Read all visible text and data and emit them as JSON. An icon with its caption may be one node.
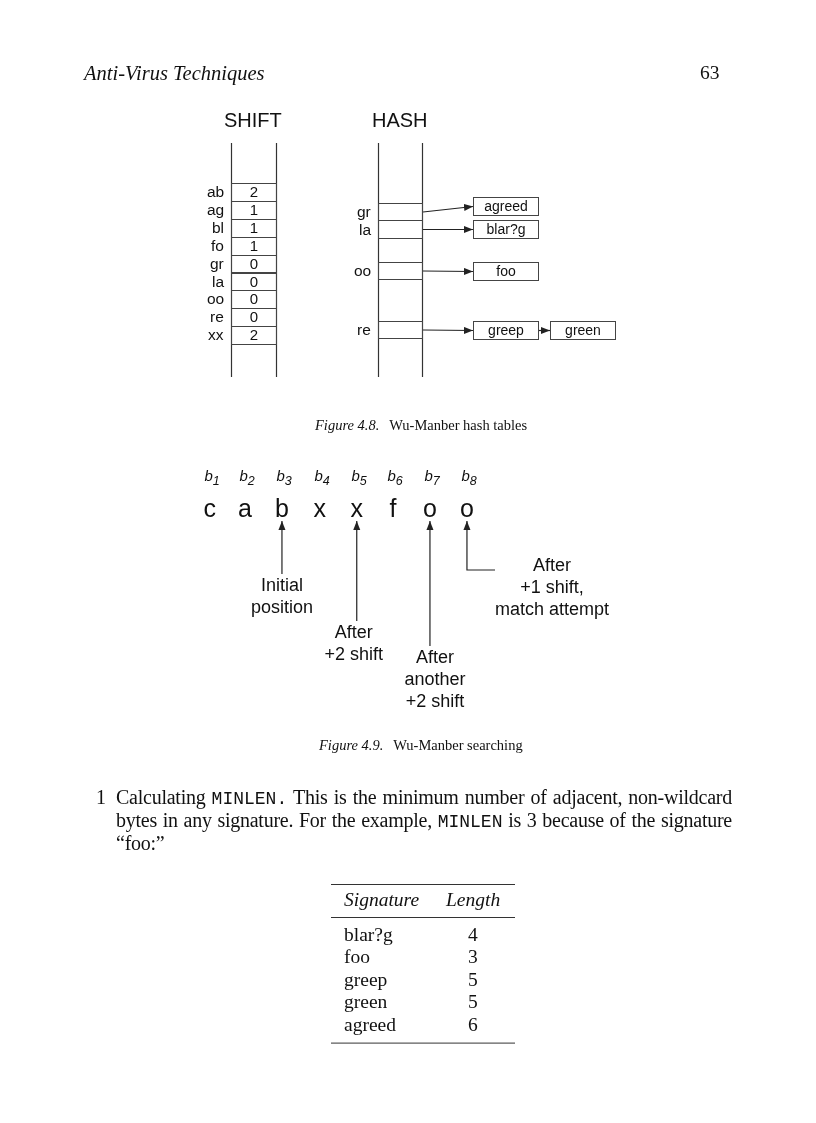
{
  "diagram": {
    "nodes": [
      {
        "text": [
          "SHIFT"
        ]
      },
      {
        "text": [
          "2"
        ],
        "beside": [
          "ab"
        ],
        "in": 0
      },
      {
        "text": [
          "1"
        ],
        "beside": [
          "ag"
        ],
        "in": 0
      },
      {
        "text": [
          "1"
        ],
        "beside": [
          "bl"
        ],
        "in": 0
      },
      {
        "text": [
          "1"
        ],
        "beside": [
          "fo"
        ],
        "in": 0
      },
      {
        "text": [
          "0"
        ],
        "beside": [
          "gr"
        ],
        "in": 0
      },
      {
        "text": [
          "0"
        ],
        "beside": [
          "la"
        ],
        "in": 0
      },
      {
        "text": [
          "0"
        ],
        "beside": [
          "oo"
        ],
        "in": 0
      },
      {
        "text": [
          "0"
        ],
        "beside": [
          "re"
        ],
        "in": 0
      },
      {
        "text": [
          "2"
        ],
        "beside": [
          "xx"
        ],
        "in": 0
      },
      {
        "text": [
          "HASH"
        ]
      },
      {
        "text": [],
        "shape": "box",
        "beside": [
          "gr"
        ],
        "in": 10
      },
      {
        "text": [],
        "shape": "box",
        "beside": [
          "la"
        ],
        "in": 10
      },
      {
        "text": [],
        "shape": "box",
        "beside": [
          "oo"
        ],
        "in": 10
      },
      {
        "text": [],
        "shape": "box",
        "beside": [
          "re"
        ],
        "in": 10
      },
      {
        "text": [
          "agreed"
        ]
      },
      {
        "text": [
          "blar?g"
        ]
      },
      {
        "text": [
          "foo"
        ]
      },
      {
        "text": [
          "greep"
        ]
      },
      {
        "text": [
          "green"
        ]
      },
      {
        "text": [
          "c"
        ],
        "beside": [
          "b$_{1}$"
        ]
      },
      {
        "text": [
          "a"
        ],
        "beside": [
          "b$_{2}$"
        ]
      },
      {
        "text": [
          "b"
        ],
        "beside": [
          "b$_{3}$"
        ]
      },
      {
        "text": [
          "x"
        ],
        "beside": [
          "b$_{4}$"
        ]
      },
      {
        "text": [
          "x"
        ],
        "beside": [
          "b$_{5}$"
        ]
      },
      {
        "text": [
          "f"
        ],
        "beside": [
          "b$_{6}$"
        ]
      },
      {
        "text": [
          "o"
        ],
        "beside": [
          "b$_{7}$"
        ]
      },
      {
        "text": [
          "o"
        ],
        "beside": [
          "b$_{8}$"
        ]
      },
      {
        "text": [
          "Initial position"
        ]
      },
      {
        "text": [
          "After +2 shift"
        ]
      },
      {
        "text": [
          "After another +2 shift"
        ]
      },
      {
        "text": [
          "After +1 shift, match attempt"
        ]
      }
    ],
    "edges": [
      {
        "from": 11,
        "to": 15,
        "arrow": "to"
      },
      {
        "from": 12,
        "to": 16,
        "arrow": "to"
      },
      {
        "from": 13,
        "to": 17,
        "arrow": "to"
      },
      {
        "from": 14,
        "to": 18,
        "arrow": "to"
      },
      {
        "from": 18,
        "to": 19,
        "arrow": "to"
      },
      {
        "from": 28,
        "to": 22,
        "arrow": "to"
      },
      {
        "from": 29,
        "to": 24,
        "arrow": "to"
      },
      {
        "from": 30,
        "to": 26,
        "arrow": "to"
      },
      {
        "from": 31,
        "to": 27,
        "arrow": "to"
      }
    ],
    "labels": [
      "Anti-Virus Techniques",
      "63",
      "*Figure 4.8.* Wu-Manber hash tables",
      "*Figure 4.9.* Wu-Manber searching",
      "1",
      "Calculating MINLEN. This is the minimum number of adjacent, non-wildcard bytes in any signature. For the example, MINLEN is 3 because of the signature “foo:”",
      "Signature",
      "Length",
      "blar?g",
      "4",
      "foo",
      "3",
      "greep",
      "5",
      "green",
      "5",
      "agreed",
      "6"
    ]
  }
}
